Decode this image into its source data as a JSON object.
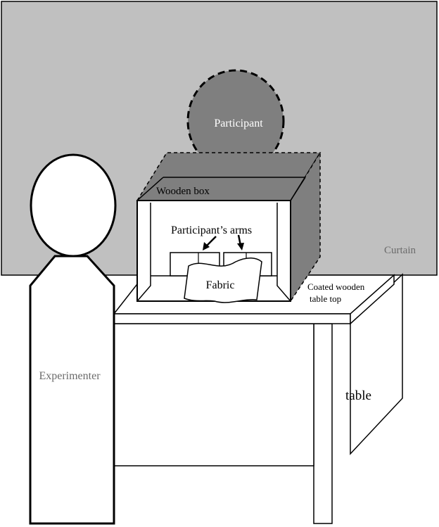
{
  "labels": {
    "participant": "Participant",
    "wooden_box": "Wooden box",
    "participants_arms": "Participant’s arms",
    "curtain": "Curtain",
    "fabric": "Fabric",
    "table_top_line1": "Coated wooden",
    "table_top_line2": "table top",
    "experimenter": "Experimenter",
    "table": "table"
  },
  "colors": {
    "curtain": "#c0c0c0",
    "participant": "#7f7f7f",
    "box_shadow": "#7f7f7f",
    "outline": "#000000",
    "background": "#ffffff",
    "label_on_gray": "#6b6b6b",
    "label_on_dark": "#ffffff",
    "label_on_white": "#000000"
  }
}
